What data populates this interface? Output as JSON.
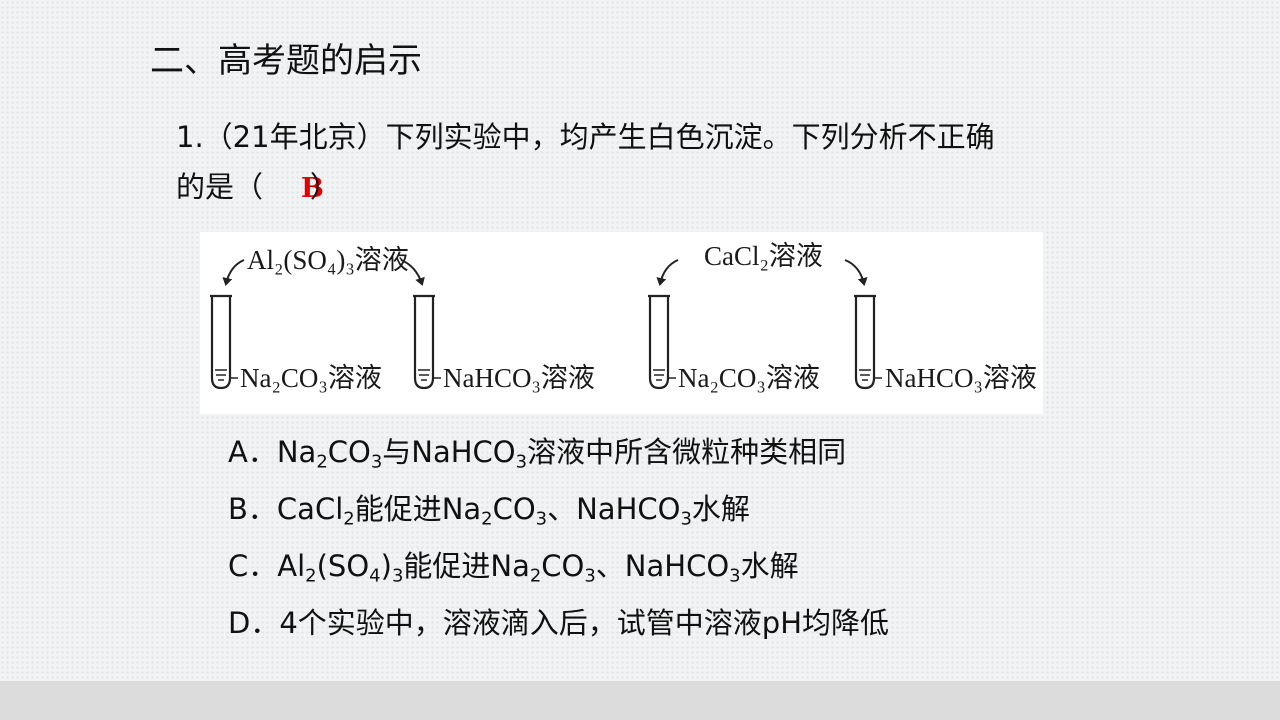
{
  "section": {
    "title": "二、高考题的启示"
  },
  "question": {
    "stem_line1": "1.（21年北京）下列实验中，均产生白色沉淀。下列分析不正确",
    "stem_line2_prefix": "的是（",
    "answer": "B",
    "stem_line2_suffix": "）"
  },
  "figure": {
    "reagent_left": "Al₂(SO₄)₃溶液",
    "reagent_right": "CaCl₂溶液",
    "tubes": [
      "Na₂CO₃溶液",
      "NaHCO₃溶液",
      "Na₂CO₃溶液",
      "NaHCO₃溶液"
    ]
  },
  "options": [
    {
      "letter": "A",
      "p1": "Na",
      "s1": "2",
      "p2": "CO",
      "s2": "3",
      "p3": "与NaHCO",
      "s3": "3",
      "p4": "溶液中所含微粒种类相同"
    },
    {
      "letter": "B",
      "p1": "CaCl",
      "s1": "2",
      "p2": "能促进Na",
      "s2": "2",
      "p3": "CO",
      "s3": "3",
      "p4": "、NaHCO",
      "s4": "3",
      "p5": "水解"
    },
    {
      "letter": "C",
      "p1": "Al",
      "s1": "2",
      "p2": "(SO",
      "s2": "4",
      "p3": ")",
      "s3": "3",
      "p4": "能促进Na",
      "s4": "2",
      "p5": "CO",
      "s5": "3",
      "p6": "、NaHCO",
      "s6": "3",
      "p7": "水解"
    },
    {
      "letter": "D",
      "p1": "4个实验中，溶液滴入后，试管中溶液pH均降低"
    }
  ]
}
